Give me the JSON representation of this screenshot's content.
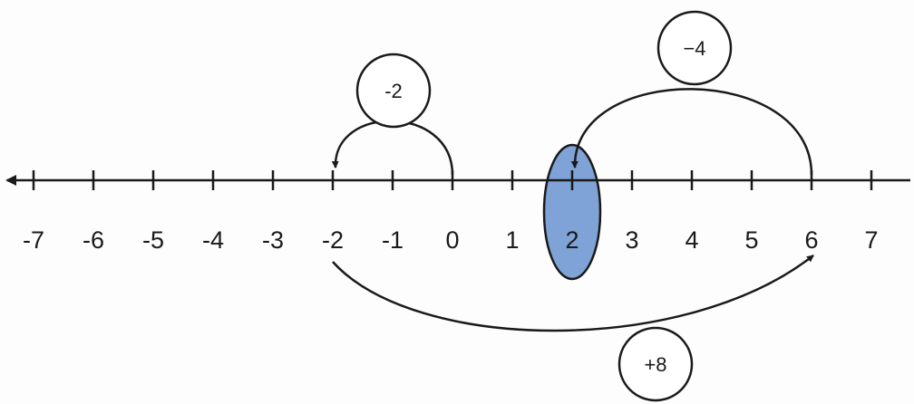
{
  "number_line": {
    "ticks": [
      -7,
      -6,
      -5,
      -4,
      -3,
      -2,
      -1,
      0,
      1,
      2,
      3,
      4,
      5,
      6,
      7
    ],
    "tick_labels": [
      "-7",
      "-6",
      "-5",
      "-4",
      "-3",
      "-2",
      "-1",
      "0",
      "1",
      "2",
      "3",
      "4",
      "5",
      "6",
      "7"
    ]
  },
  "highlight": {
    "value": 2,
    "fill_color": "#7fa3d6",
    "stroke_color": "#1a1a1a"
  },
  "jumps": [
    {
      "from": 0,
      "to": -2,
      "label": "-2",
      "side": "above"
    },
    {
      "from": 6,
      "to": 2,
      "label": "−4",
      "side": "above"
    },
    {
      "from": -2,
      "to": 6,
      "label": "+8",
      "side": "below"
    }
  ],
  "colors": {
    "line": "#1a1a1a",
    "text": "#1a1a1a",
    "bubble_fill": "#ffffff"
  }
}
